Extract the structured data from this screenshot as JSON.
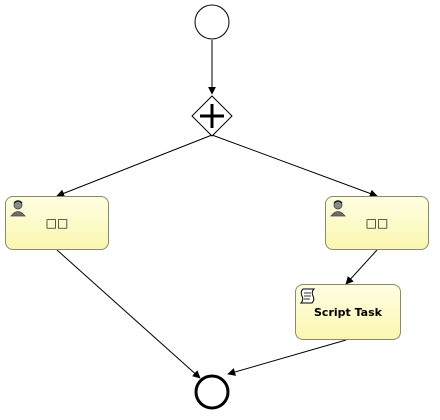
{
  "diagram": {
    "nodes": [
      {
        "id": "start",
        "kind": "start-event"
      },
      {
        "id": "fork",
        "kind": "parallel-gateway"
      },
      {
        "id": "task_left",
        "kind": "user-task",
        "label": "□□"
      },
      {
        "id": "task_right",
        "kind": "user-task",
        "label": "□□"
      },
      {
        "id": "script_task",
        "kind": "script-task",
        "label": "Script Task"
      },
      {
        "id": "end",
        "kind": "end-event"
      }
    ],
    "edges": [
      {
        "from": "start",
        "to": "fork"
      },
      {
        "from": "fork",
        "to": "task_left"
      },
      {
        "from": "fork",
        "to": "task_right"
      },
      {
        "from": "task_left",
        "to": "end"
      },
      {
        "from": "task_right",
        "to": "script_task"
      },
      {
        "from": "script_task",
        "to": "end"
      }
    ],
    "icons": {
      "user_task": "user-icon",
      "script_task": "script-icon",
      "gateway": "plus-icon"
    }
  }
}
